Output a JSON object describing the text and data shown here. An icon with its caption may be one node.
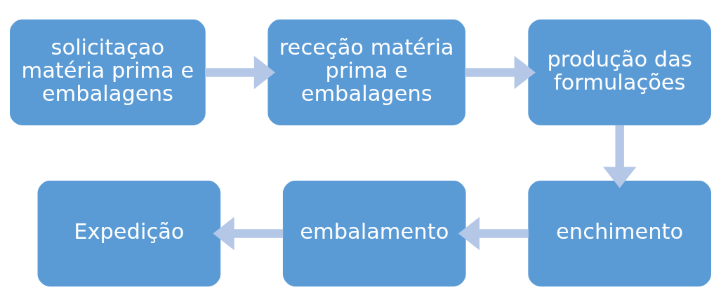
{
  "diagram": {
    "nodes": [
      {
        "text": [
          "solicitaçao matéria prima e embalagens"
        ]
      },
      {
        "text": [
          "receção matéria prima e embalagens"
        ]
      },
      {
        "text": [
          "produção das formulações"
        ]
      },
      {
        "text": [
          "enchimento"
        ]
      },
      {
        "text": [
          "embalamento"
        ]
      },
      {
        "text": [
          "Expedição"
        ]
      }
    ],
    "edges": [
      {
        "from": 0,
        "to": 1,
        "arrow": "to"
      },
      {
        "from": 1,
        "to": 2,
        "arrow": "to"
      },
      {
        "from": 2,
        "to": 3,
        "arrow": "to"
      },
      {
        "from": 3,
        "to": 4,
        "arrow": "to"
      },
      {
        "from": 4,
        "to": 5,
        "arrow": "to"
      }
    ]
  }
}
